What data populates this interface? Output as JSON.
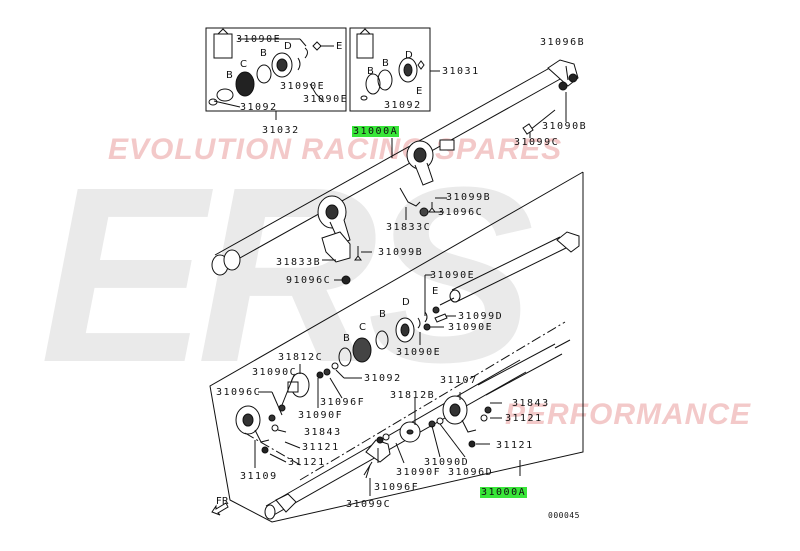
{
  "watermark": {
    "logo": "ERS",
    "line1": "EVOLUTION RACING SPARES",
    "line2": "PERFORMANCE",
    "logo_color": "#eaeaea",
    "text_color": "#f3c9c9"
  },
  "diagram": {
    "id": "000045",
    "direction_label": "FR",
    "highlight_color": "#39e639",
    "inset_left": {
      "labels": [
        "31090E",
        "31090E",
        "31090E",
        "31092",
        "31032"
      ],
      "letters": [
        "B",
        "C",
        "B",
        "D",
        "E"
      ]
    },
    "inset_right": {
      "labels": [
        "31031",
        "31092"
      ],
      "letters": [
        "B",
        "B",
        "D",
        "E"
      ]
    },
    "labels": {
      "l31096B": "31096B",
      "l31090B": "31090B",
      "l31099C_top": "31099C",
      "l31000A_top": "31000A",
      "l31099B_1": "31099B",
      "l31096C_1": "31096C",
      "l31833C": "31833C",
      "l31099B_2": "31099B",
      "l31833B": "31833B",
      "l91096C": "91096C",
      "l31090E_a": "31090E",
      "l31099D": "31099D",
      "l31090E_b": "31090E",
      "l31090E_c": "31090E",
      "l31812C": "31812C",
      "l31090C": "31090C",
      "l31092": "31092",
      "l31096C_2": "31096C",
      "l31096F_1": "31096F",
      "l31090F_1": "31090F",
      "l31843_1": "31843",
      "l31121_1": "31121",
      "l31121_2": "31121",
      "l31109": "31109",
      "l31107": "31107",
      "l31812B": "31812B",
      "l31843_2": "31843",
      "l31121_3": "31121",
      "l31121_4": "31121",
      "l31090D": "31090D",
      "l31096D": "31096D",
      "l31090F_2": "31090F",
      "l31096F_2": "31096F",
      "l31099C_bot": "31099C",
      "l31000A_bot": "31000A"
    },
    "letters": {
      "E1": "E",
      "D1": "D",
      "B1": "B",
      "C1": "C",
      "B2": "B"
    }
  }
}
